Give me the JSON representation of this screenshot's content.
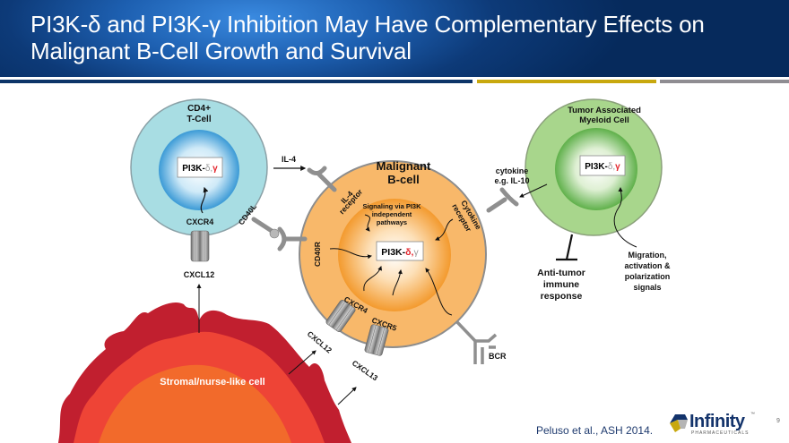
{
  "slide": {
    "title_line1": "PI3K-δ and PI3K-γ Inhibition May Have Complementary Effects on",
    "title_line2": "Malignant B-Cell Growth and Survival",
    "citation": "Peluso et al., ASH 2014.",
    "page_number": "9"
  },
  "logo": {
    "name": "Infinity",
    "subtitle": "PHARMACEUTICALS",
    "trademark": "™"
  },
  "colors": {
    "header_dark": "#062a5c",
    "header_light": "#3a8ae0",
    "stripe_blue": "#0d3468",
    "stripe_gold": "#c8a80e",
    "stripe_gray": "#8f8d92",
    "t_cell": "#a8dde3",
    "b_cell": "#f8b86a",
    "myeloid_cell": "#a8d68c",
    "stromal_dark": "#c11f2f",
    "stromal_mid": "#ee4436",
    "stromal_light": "#f26a2b",
    "highlight_red": "#e3242b"
  },
  "diagram": {
    "t_cell": {
      "name_line1": "CD4+",
      "name_line2": "T-Cell",
      "pi3k_prefix": "PI3K-",
      "pi3k_delta": "δ,",
      "pi3k_gamma": "γ",
      "receptor": "CXCR4",
      "ligand": "CXCL12",
      "cd40l": "CD40L",
      "il4": "IL-4"
    },
    "b_cell": {
      "name_line1": "Malignant",
      "name_line2": "B-cell",
      "pi3k_prefix": "PI3K-",
      "pi3k_delta": "δ,",
      "pi3k_gamma": "γ",
      "il4_receptor_line1": "IL-4",
      "il4_receptor_line2": "receptor",
      "cytokine_receptor_line1": "Cytokine",
      "cytokine_receptor_line2": "receptor",
      "cd40r": "CD40R",
      "signaling_line1": "Signaling via PI3K",
      "signaling_line2": "independent",
      "signaling_line3": "pathways",
      "cxcr4": "CXCR4",
      "cxcr5": "CXCR5",
      "cxcl12": "CXCL12",
      "cxcl13": "CXCL13",
      "bcr": "BCR"
    },
    "myeloid_cell": {
      "name_line1": "Tumor Associated",
      "name_line2": "Myeloid Cell",
      "pi3k_prefix": "PI3K-",
      "pi3k_delta": "δ,",
      "pi3k_gamma": "γ",
      "cytokine_line1": "cytokine",
      "cytokine_line2": "e.g. IL-10",
      "antitumor_line1": "Anti-tumor",
      "antitumor_line2": "immune",
      "antitumor_line3": "response",
      "signals_line1": "Migration,",
      "signals_line2": "activation &",
      "signals_line3": "polarization",
      "signals_line4": "signals"
    },
    "stromal_cell": {
      "name": "Stromal/nurse-like cell"
    }
  }
}
